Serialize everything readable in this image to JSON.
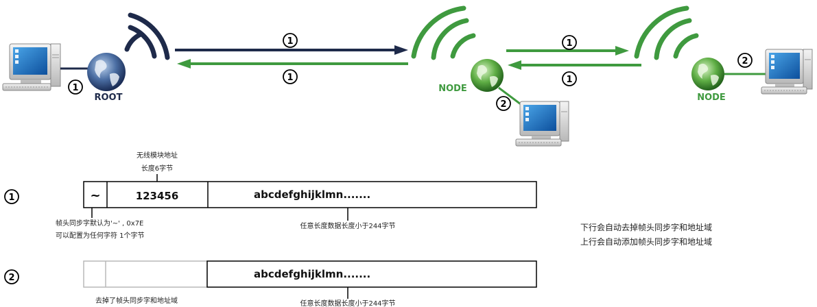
{
  "labels": {
    "root": "ROOT",
    "node1": "NODE",
    "node2": "NODE",
    "circle1": "①",
    "circle2": "②"
  },
  "frame1": {
    "top_label_line1": "无线模块地址",
    "top_label_line2": "长度6字节",
    "sync_char": "~",
    "address": "123456",
    "payload": "abcdefghijklmn.......",
    "sync_note_line1": "帧头同步字默认为'~' , 0x7E",
    "sync_note_line2": "可以配置为任何字符 1个字节",
    "payload_note": "任意长度数据长度小于244字节"
  },
  "frame2": {
    "payload": "abcdefghijklmn.......",
    "removed_note": "去掉了帧头同步字和地址域",
    "payload_note": "任意长度数据长度小于244字节"
  },
  "notes": {
    "downlink": "下行会自动去掉帧头同步字和地址域",
    "uplink": "上行会自动添加帧头同步字和地址域"
  },
  "colors": {
    "navy": "#1e2a4a",
    "green": "#3f9a3f",
    "green_light": "#8fcf6f"
  }
}
